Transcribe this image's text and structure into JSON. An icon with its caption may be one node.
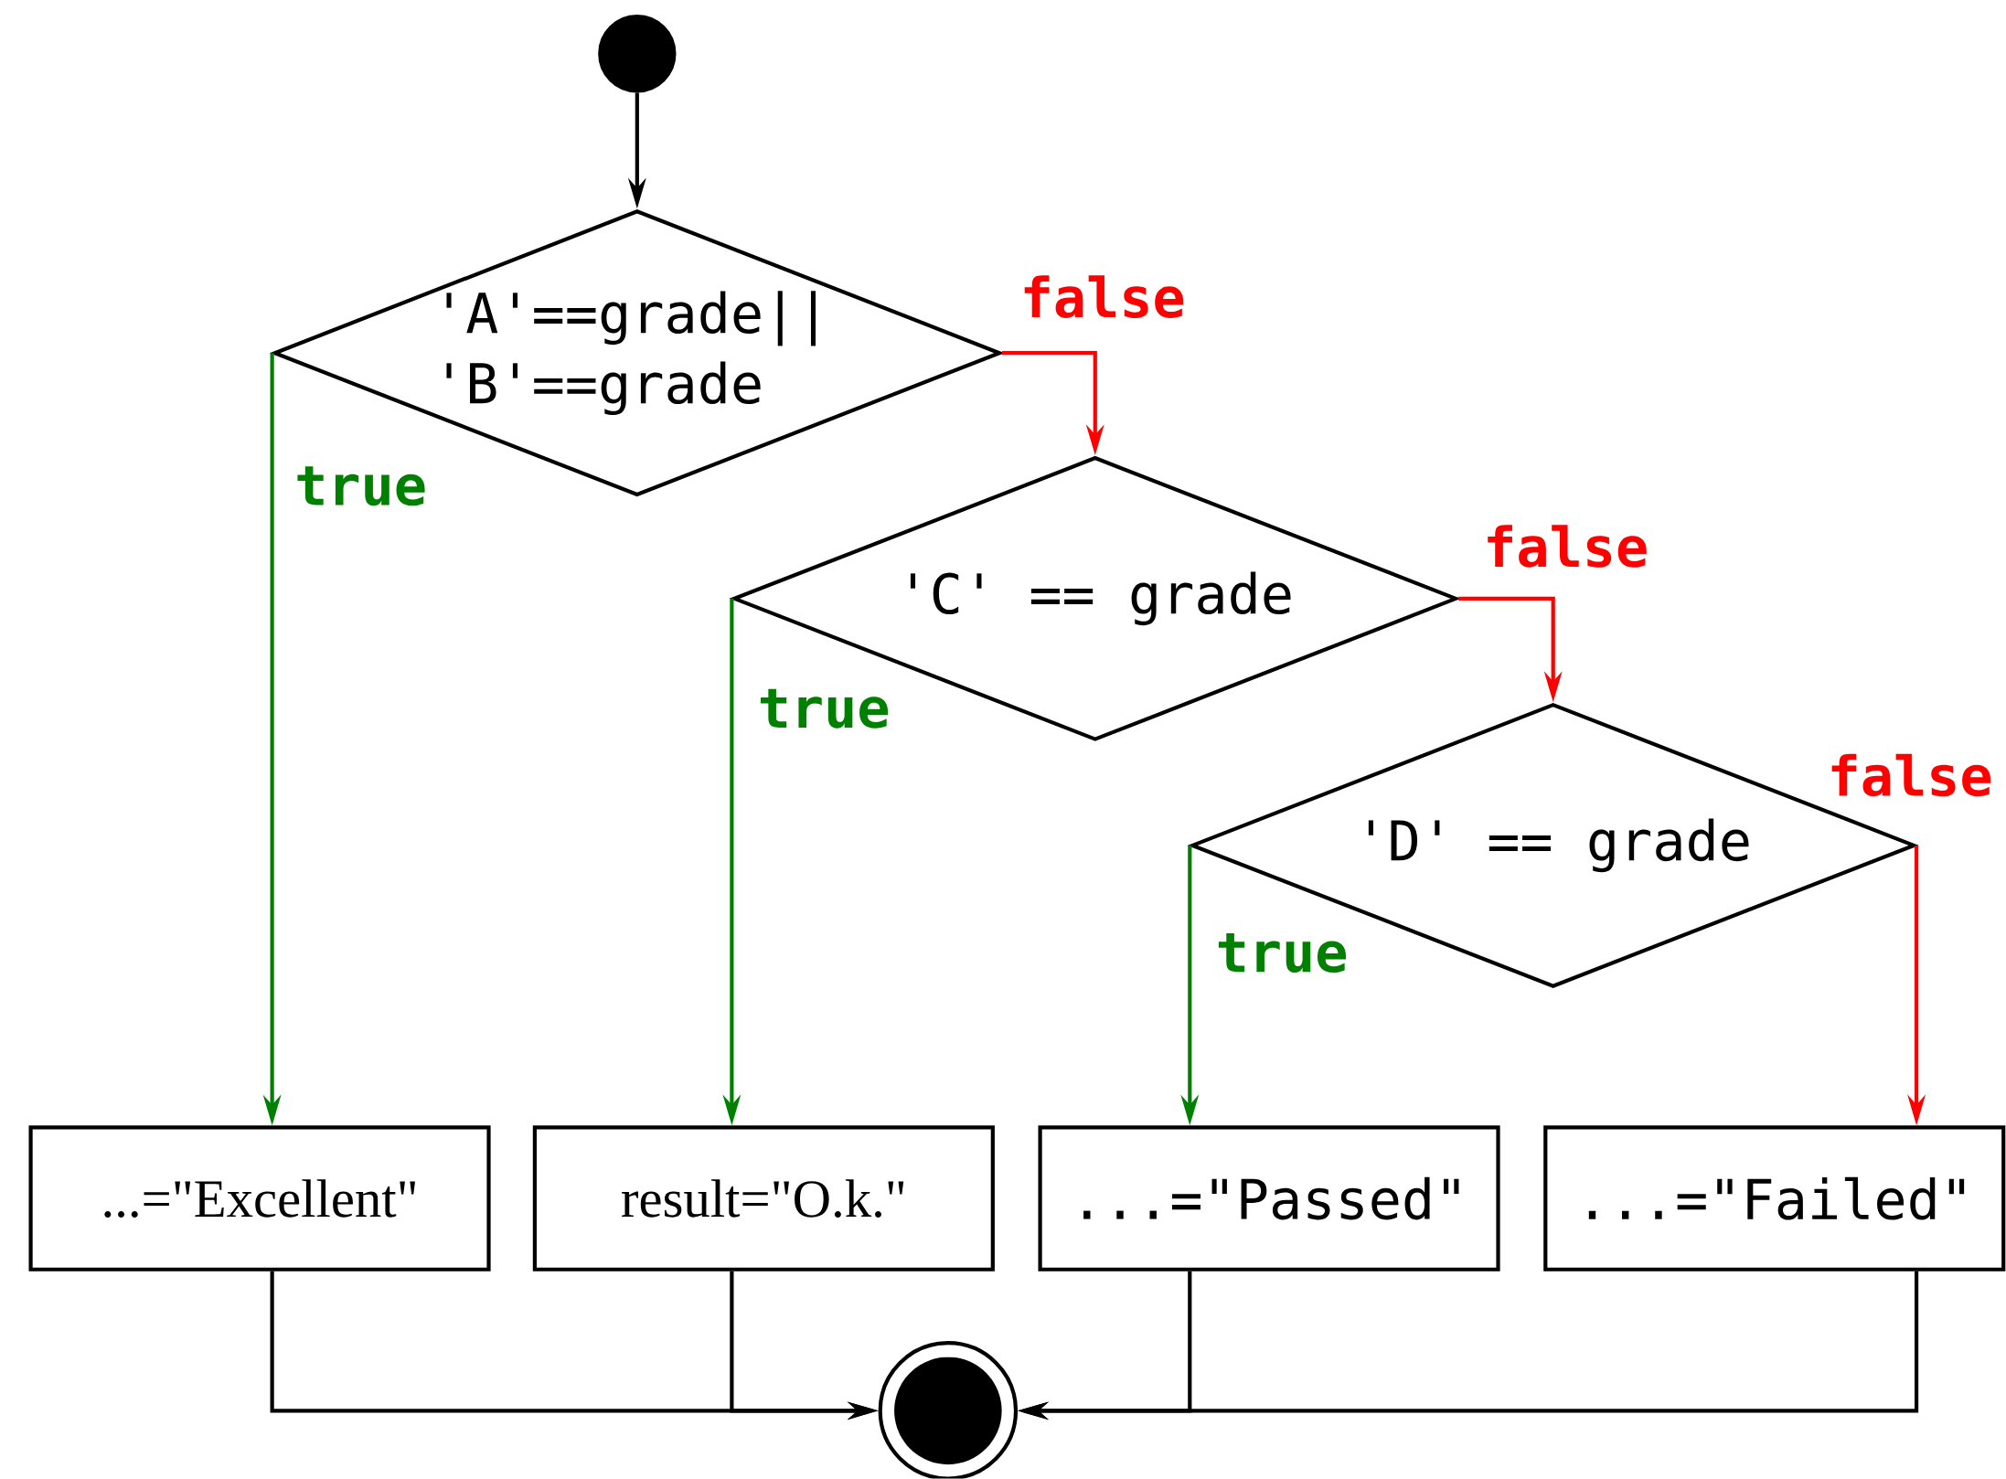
{
  "diagram": {
    "nodes": [
      {
        "text": [],
        "shape": "circle"
      },
      {
        "text": [
          "'A'==grade|| 'B'==grade"
        ]
      },
      {
        "text": [
          "'C' == grade"
        ]
      },
      {
        "text": [
          "'D' == grade"
        ]
      },
      {
        "text": [
          "...=\"Excellent\""
        ]
      },
      {
        "text": [
          "result=\"O.k.\""
        ]
      },
      {
        "text": [
          "...=\"Passed\""
        ]
      },
      {
        "text": [
          "...=\"Failed\""
        ]
      },
      {
        "text": [],
        "shape": "circle"
      }
    ],
    "edges": [
      {
        "from": 0,
        "to": 1,
        "arrow": "to"
      },
      {
        "from": 1,
        "to": 2,
        "arrow": "to",
        "label": "false",
        "color": "#ff0000"
      },
      {
        "from": 1,
        "to": 4,
        "arrow": "to",
        "label": "true",
        "color": "#008000"
      },
      {
        "from": 2,
        "to": 3,
        "arrow": "to",
        "label": "false",
        "color": "#ff0000"
      },
      {
        "from": 2,
        "to": 5,
        "arrow": "to",
        "label": "true",
        "color": "#008000"
      },
      {
        "from": 3,
        "to": 6,
        "arrow": "to",
        "label": "true",
        "color": "#008000"
      },
      {
        "from": 3,
        "to": 7,
        "arrow": "to",
        "label": "false",
        "color": "#ff0000"
      },
      {
        "from": 4,
        "to": 8,
        "arrow": "to"
      },
      {
        "from": 5,
        "to": 8,
        "arrow": "to"
      },
      {
        "from": 6,
        "to": 8,
        "arrow": "to"
      },
      {
        "from": 7,
        "to": 8,
        "arrow": "to"
      }
    ]
  }
}
